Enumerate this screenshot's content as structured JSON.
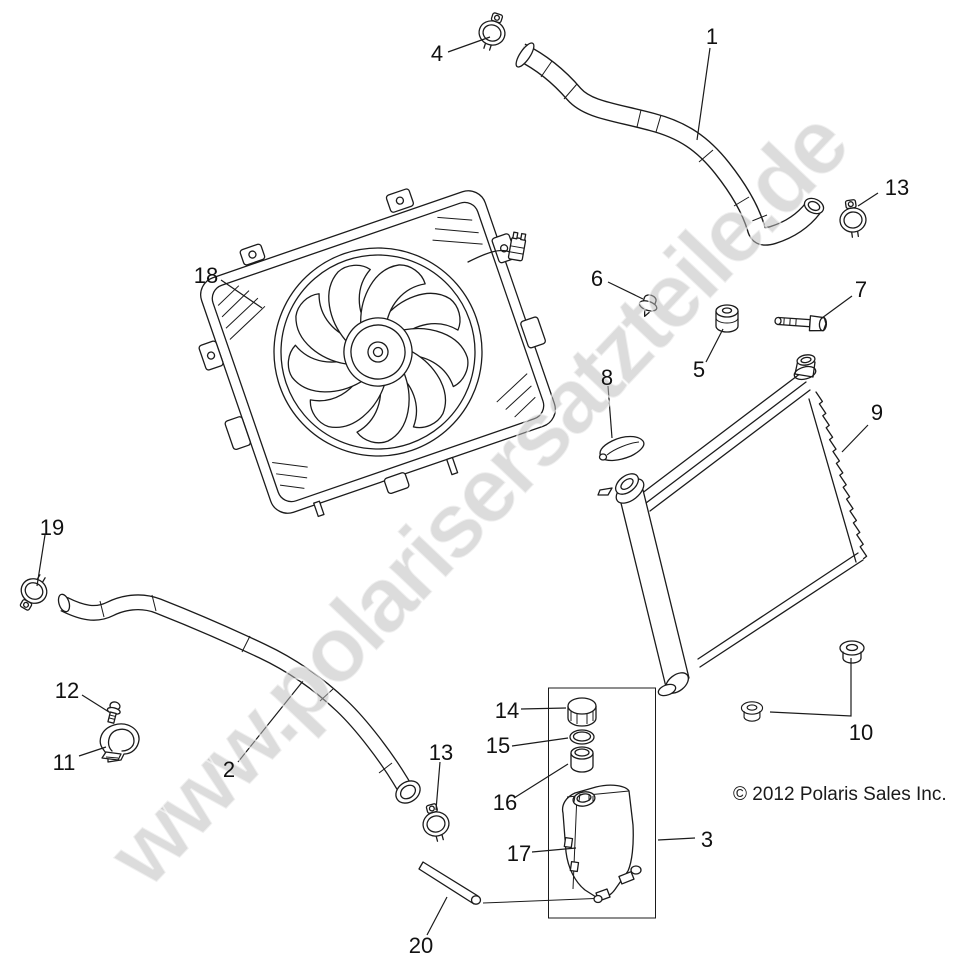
{
  "page": {
    "background_color": "#ffffff"
  },
  "watermark": {
    "text": "www.polarisersatzteile.de",
    "color": "#bebebe"
  },
  "footer": {
    "copyright": "© 2012 Polaris Sales Inc."
  },
  "callouts": [
    {
      "label": "1",
      "part": "upper-radiator-hose"
    },
    {
      "label": "2",
      "part": "lower-radiator-hose"
    },
    {
      "label": "3",
      "part": "coolant-bottle-assembly"
    },
    {
      "label": "4",
      "part": "hose-clamp-upper"
    },
    {
      "label": "5",
      "part": "grommet"
    },
    {
      "label": "6",
      "part": "screw"
    },
    {
      "label": "7",
      "part": "bolt"
    },
    {
      "label": "8",
      "part": "cap-bracket"
    },
    {
      "label": "9",
      "part": "radiator"
    },
    {
      "label": "10",
      "part": "mount-grommets"
    },
    {
      "label": "11",
      "part": "cable-clamp"
    },
    {
      "label": "12",
      "part": "clamp-screw"
    },
    {
      "label": "13",
      "part": "hose-clamp-right"
    },
    {
      "label": "13",
      "part": "hose-clamp-mid"
    },
    {
      "label": "14",
      "part": "bottle-cap"
    },
    {
      "label": "15",
      "part": "seal-ring"
    },
    {
      "label": "16",
      "part": "filler-bushing"
    },
    {
      "label": "17",
      "part": "coolant-bottle"
    },
    {
      "label": "18",
      "part": "fan-assembly"
    },
    {
      "label": "19",
      "part": "hose-clamp-left"
    },
    {
      "label": "20",
      "part": "vent-hose"
    }
  ]
}
